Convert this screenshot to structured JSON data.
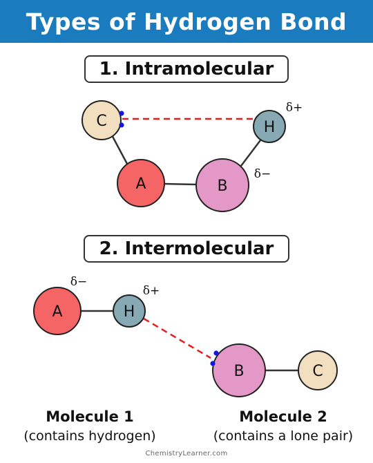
{
  "header": {
    "title": "Types of Hydrogen Bond"
  },
  "sections": [
    {
      "label": "1. Intramolecular"
    },
    {
      "label": "2. Intermolecular"
    }
  ],
  "intramolecular": {
    "atoms": {
      "c": "C",
      "h": "H",
      "a": "A",
      "b": "B"
    },
    "charges": {
      "h": "δ+",
      "b": "δ−"
    }
  },
  "intermolecular": {
    "atoms": {
      "a": "A",
      "h": "H",
      "b": "B",
      "c": "C"
    },
    "charges": {
      "a": "δ−",
      "h": "δ+"
    }
  },
  "molecules": [
    {
      "name": "Molecule 1",
      "desc": "(contains hydrogen)"
    },
    {
      "name": "Molecule 2",
      "desc": "(contains a lone pair)"
    }
  ],
  "footer": "ChemistryLearner.com",
  "colors": {
    "header": "#1a7bbf",
    "atom_a": "#f56565",
    "atom_b": "#e398c8",
    "atom_c": "#f2dfc0",
    "atom_h": "#86a9b3",
    "hbond": "#e31e1e",
    "lone_pair": "#1515e0"
  }
}
